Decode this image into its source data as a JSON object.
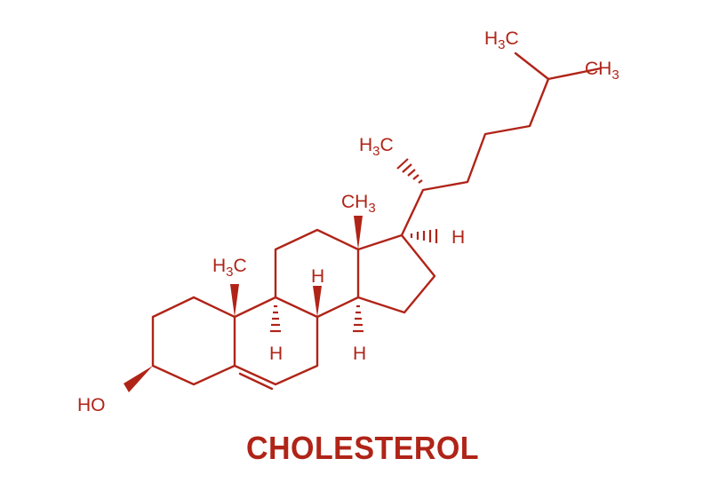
{
  "title": "CHOLESTEROL",
  "accent_color": "#b02418",
  "atom_labels": {
    "ho": "HO",
    "h3c_c10_main": "H",
    "h3c_c10_sub": "3",
    "h3c_c10_tail": "C",
    "ch3_c13_main": "CH",
    "ch3_c13_sub": "3",
    "h3c_c20_main": "H",
    "h3c_c20_sub": "3",
    "h3c_c20_tail": "C",
    "h3c_c26_main": "H",
    "h3c_c26_sub": "3",
    "h3c_c26_tail": "C",
    "ch3_c27_main": "CH",
    "ch3_c27_sub": "3",
    "h_c8": "H",
    "h_c9": "H",
    "h_c14": "H",
    "h_c17": "H"
  }
}
